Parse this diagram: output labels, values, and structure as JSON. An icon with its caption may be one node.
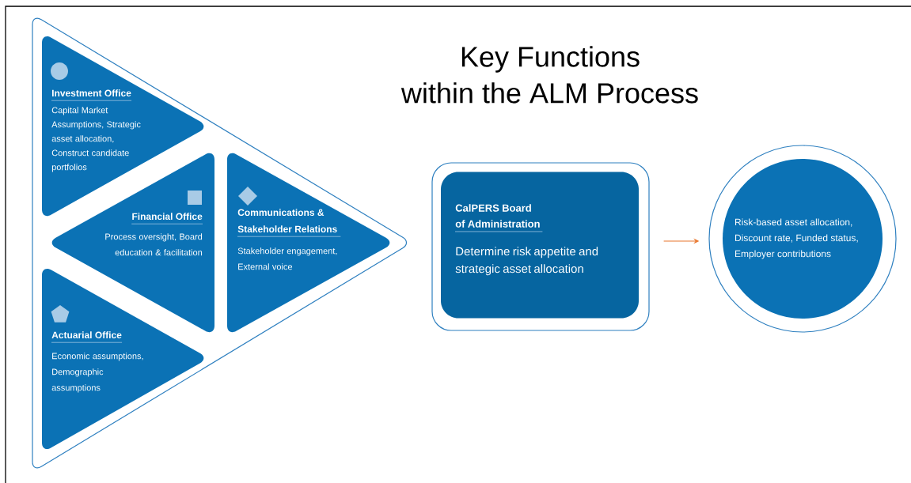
{
  "diagram": {
    "title": "Key Functions within the ALM Process",
    "nodes": [
      {
        "text": [],
        "shape": "triangle"
      },
      {
        "text": [
          "Investment Office",
          "Capital Market Assumptions, Strategic asset allocation, Construct candidate portfolios"
        ],
        "in": 0
      },
      {
        "text": [
          "Financial Office",
          "Process oversight, Board education & facilitation"
        ],
        "in": 0
      },
      {
        "text": [
          "Communications & Stakeholder Relations",
          "Stakeholder engagement, External voice"
        ],
        "in": 0
      },
      {
        "text": [
          "Actuarial Office",
          "Economic assumptions, Demographic assumptions"
        ],
        "in": 0
      },
      {
        "text": [],
        "shape": "box"
      },
      {
        "text": [
          "CalPERS Board of Administration",
          "Determine risk appetite and strategic asset allocation"
        ],
        "in": 5
      },
      {
        "text": [],
        "shape": "circle"
      },
      {
        "text": [
          "Risk-based asset allocation, Discount rate, Funded status, Employer contributions"
        ],
        "in": 7
      }
    ],
    "edges": [
      {
        "from": 5,
        "to": 7,
        "arrow": "to",
        "color": "#e8772e"
      }
    ]
  }
}
